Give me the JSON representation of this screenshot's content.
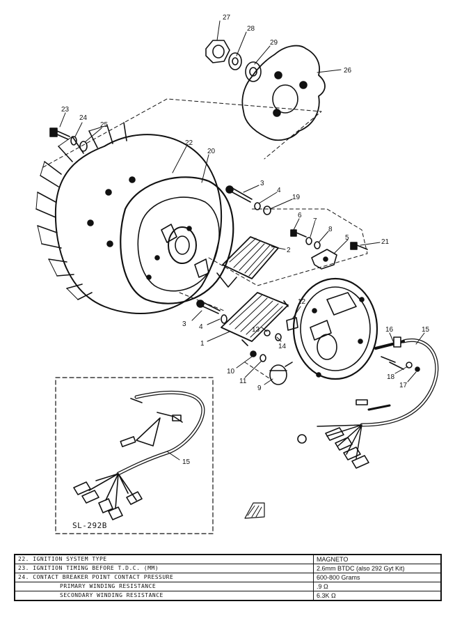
{
  "diagram": {
    "callouts": {
      "n27": "27",
      "n28a": "28",
      "n29": "29",
      "n26": "26",
      "n23": "23",
      "n24": "24",
      "n25": "25",
      "n22": "22",
      "n20": "20",
      "n3a": "3",
      "n4a": "4",
      "n19": "19",
      "n6": "6",
      "n7": "7",
      "n8": "8",
      "n2": "2",
      "n5": "5",
      "n21": "21",
      "n3b": "3",
      "n4b": "4",
      "n1": "1",
      "n12": "12",
      "n13": "13",
      "n14": "14",
      "n16": "16",
      "n15a": "15",
      "n10": "10",
      "n11": "11",
      "n9": "9",
      "n18": "18",
      "n17": "17",
      "n15b": "15"
    },
    "inset_code": "SL-292B"
  },
  "specs": [
    {
      "item": "22.  Ignition system type",
      "value": "MAGNETO"
    },
    {
      "item": "23.  Ignition timing before T.D.C. (mm)",
      "value": "2.6mm BTDC (also 292 Gyt Kit)"
    },
    {
      "item": "24.  Contact breaker point contact pressure",
      "value": "600-800 Grams"
    },
    {
      "item": "Primary winding resistance",
      "value": ".9 Ω"
    },
    {
      "item": "Secondary winding resistance",
      "value": "6.3K Ω"
    }
  ]
}
